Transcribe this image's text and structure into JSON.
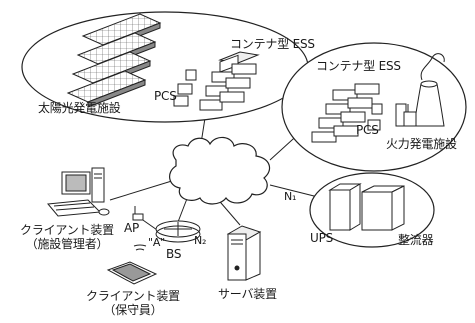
{
  "solar_site": {
    "name": "太陽光発電施設",
    "pcs": "PCS",
    "ess": "コンテナ型 ESS"
  },
  "thermal_site": {
    "name": "火力発電施設",
    "pcs": "PCS",
    "ess": "コンテナ型 ESS"
  },
  "network": {
    "node1": "N₁",
    "node2": "N₂"
  },
  "access_point": "AP",
  "base_station": {
    "name": "BS",
    "mark": "\"A\""
  },
  "client_pc": {
    "line1": "クライアント装置",
    "line2": "（施設管理者）"
  },
  "client_tablet": {
    "line1": "クライアント装置",
    "line2": "（保守員）"
  },
  "server": "サーバ装置",
  "power": {
    "ups": "UPS",
    "rectifier": "整流器"
  }
}
